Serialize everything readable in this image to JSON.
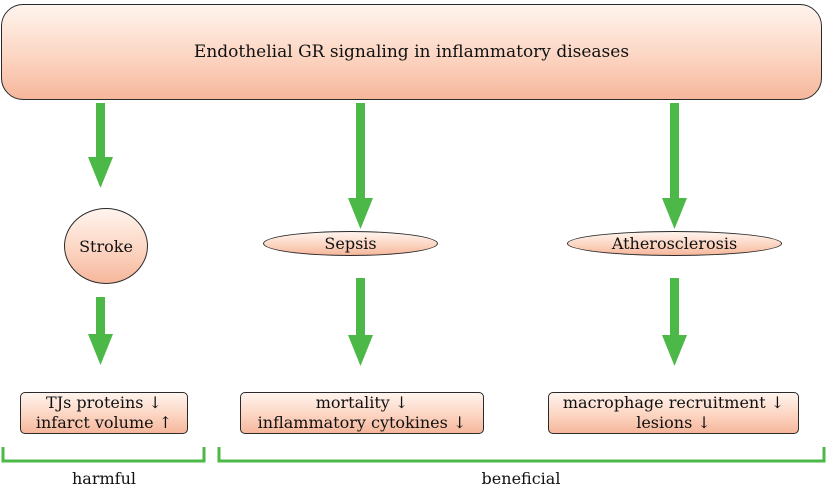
{
  "header": {
    "title": "Endothelial GR signaling in inflammatory diseases"
  },
  "diseases": {
    "stroke": "Stroke",
    "sepsis": "Sepsis",
    "atherosclerosis": "Atherosclerosis"
  },
  "outcomes": {
    "stroke": [
      "TJs proteins ↓",
      "infarct volume ↑"
    ],
    "sepsis": [
      "mortality ↓",
      "inflammatory cytokines ↓"
    ],
    "atherosclerosis": [
      "macrophage recruitment ↓",
      "lesions ↓"
    ]
  },
  "groups": {
    "harmful": "harmful",
    "beneficial": "beneficial"
  },
  "colors": {
    "arrow": "#4cb848",
    "bracket": "#4cb848",
    "box_fill_top": "#fff4ee",
    "box_fill_bottom": "#f6b79c",
    "border": "#2a2a2a"
  }
}
